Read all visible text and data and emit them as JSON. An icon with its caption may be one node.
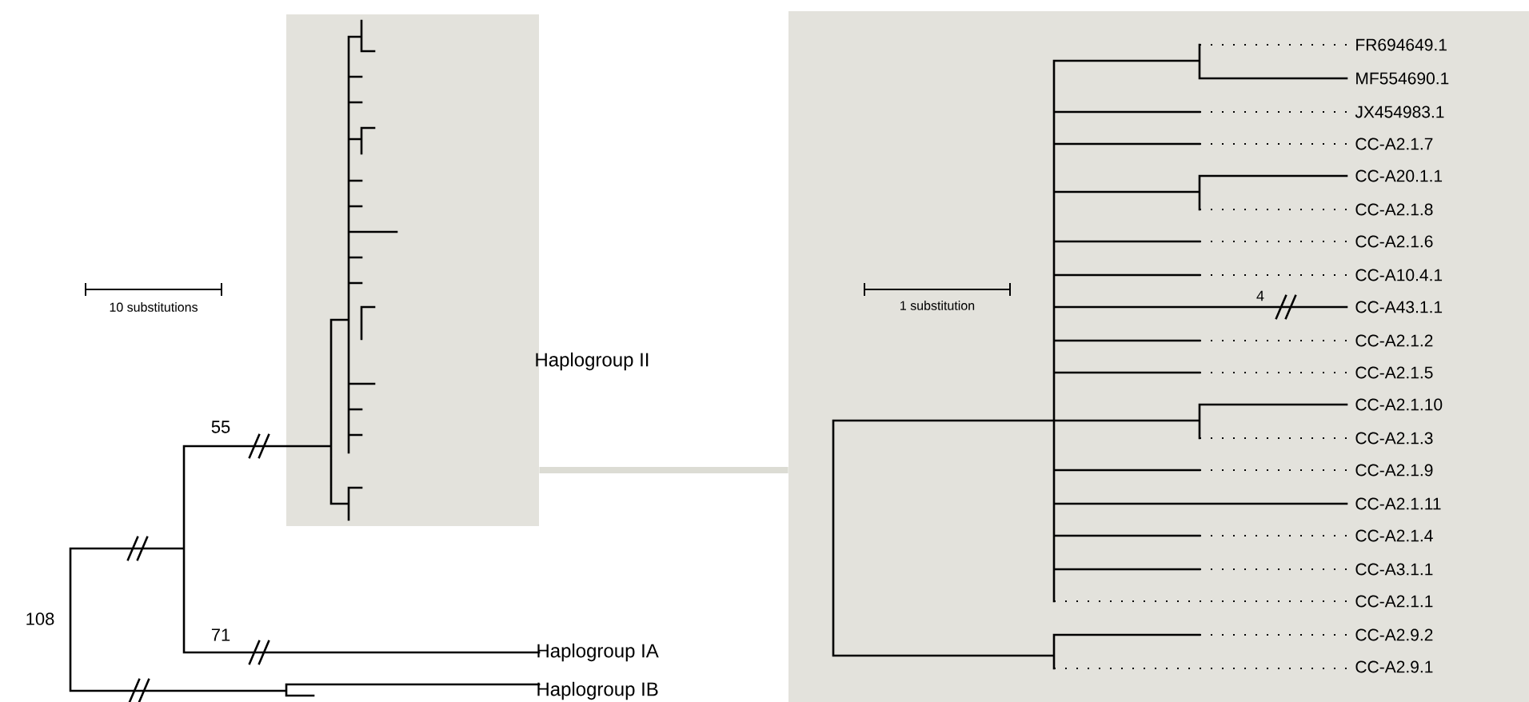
{
  "diagram": {
    "nodes": [
      {
        "text": [],
        "shape": "box",
        "beside": [
          "Haplogroup II"
        ]
      },
      {
        "text": [],
        "shape": "box"
      }
    ],
    "edges": [
      {
        "from": 0,
        "to": 1,
        "arrow": "none"
      }
    ],
    "labels": [
      "10 substitutions",
      "55",
      "108",
      "71",
      "Haplogroup IA",
      "Haplogroup IB",
      "1 substitution",
      "4",
      "FR694649.1",
      "MF554690.1",
      "JX454983.1",
      "CC-A2.1.7",
      "CC-A20.1.1",
      "CC-A2.1.8",
      "CC-A2.1.6",
      "CC-A10.4.1",
      "CC-A43.1.1",
      "CC-A2.1.2",
      "CC-A2.1.5",
      "CC-A2.1.10",
      "CC-A2.1.3",
      "CC-A2.1.9",
      "CC-A2.1.11",
      "CC-A2.1.4",
      "CC-A3.1.1",
      "CC-A2.1.1",
      "CC-A2.9.2",
      "CC-A2.9.1"
    ]
  }
}
